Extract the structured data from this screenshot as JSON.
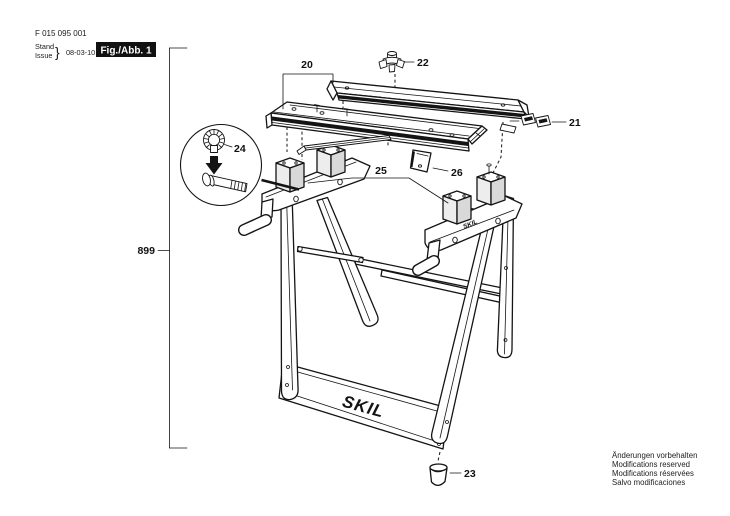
{
  "header": {
    "part_code": "F 015 095 001",
    "stand_label": "Stand",
    "issue_label": "Issue",
    "brace": "}",
    "date": "08-03-10",
    "figure_label": "Fig./Abb. 1"
  },
  "dimension": {
    "height": "899"
  },
  "callouts": {
    "c20": "20",
    "c21": "21",
    "c22": "22",
    "c23": "23",
    "c24": "24",
    "c25": "25",
    "c26": "26"
  },
  "branding": {
    "panel_logo": "SKIL",
    "beam_logo": "SKIL"
  },
  "footer": {
    "line1": "Änderungen vorbehalten",
    "line2": "Modifications reserved",
    "line3": "Modifications réservées",
    "line4": "Salvo modificaciones"
  },
  "colors": {
    "ink": "#141414",
    "paper": "#ffffff"
  }
}
